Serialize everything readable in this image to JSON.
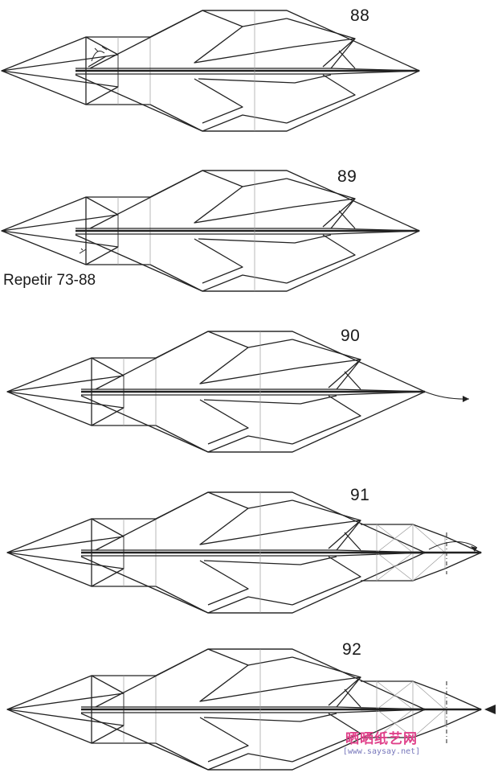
{
  "diagram": {
    "steps": [
      {
        "number": "88"
      },
      {
        "number": "89",
        "note": "Repetir 73-88"
      },
      {
        "number": "90"
      },
      {
        "number": "91"
      },
      {
        "number": "92"
      }
    ]
  },
  "watermark": {
    "title": "晒晒纸艺网",
    "url": "[www.saysay.net]"
  },
  "colors": {
    "line": "#222222",
    "light_line": "#9a9a9a",
    "watermark_pink": "#e0408a",
    "watermark_url": "#7777bb"
  }
}
